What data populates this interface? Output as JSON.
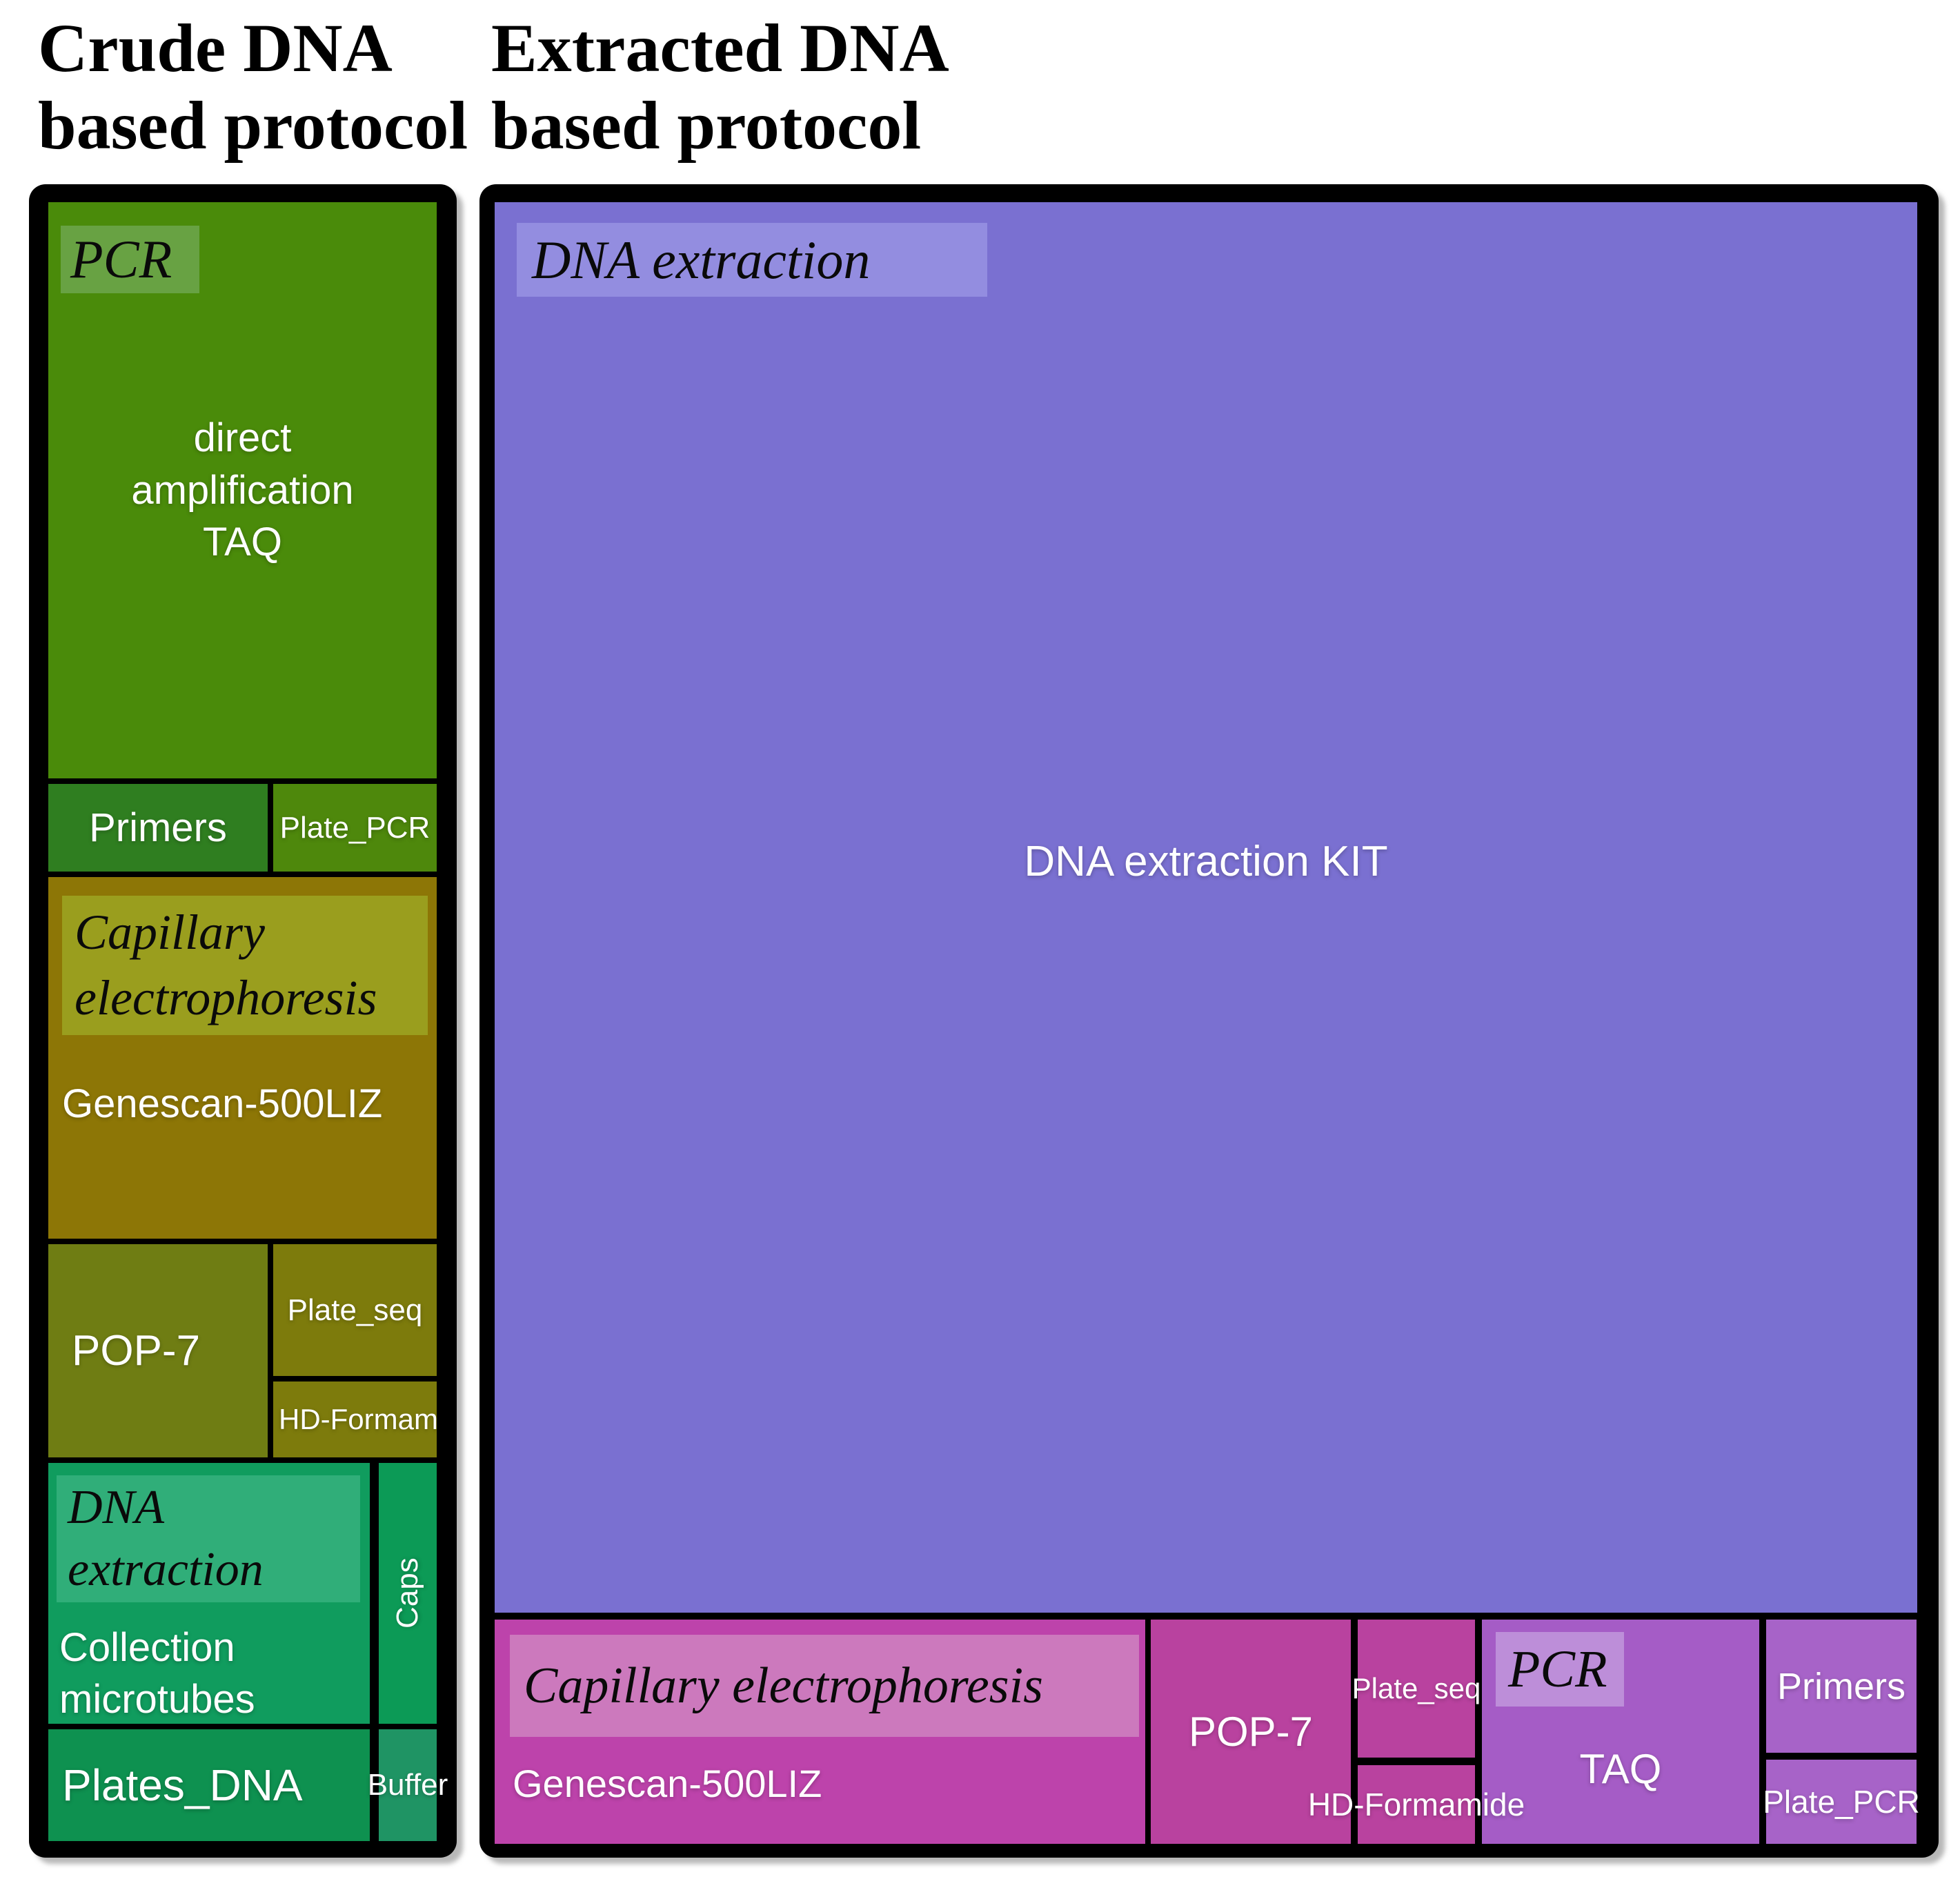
{
  "panels": {
    "left": {
      "title": "Crude DNA\nbased protocol",
      "pcr": {
        "label": "PCR",
        "taq": "direct\namplification\nTAQ",
        "primers": "Primers",
        "plate_pcr": "Plate_PCR"
      },
      "ce": {
        "label": "Capillary\nelectrophoresis",
        "genescan": "Genescan-500LIZ",
        "pop7": "POP-7",
        "plate_seq": "Plate_seq",
        "hd_formamide": "HD-Formamide"
      },
      "dna": {
        "label": "DNA\nextraction",
        "collection": "Collection\nmicrotubes",
        "caps": "Caps",
        "plates_dna": "Plates_DNA",
        "buffer": "Buffer"
      }
    },
    "right": {
      "title": "Extracted DNA\nbased protocol",
      "dna": {
        "label": "DNA extraction",
        "kit": "DNA extraction KIT"
      },
      "ce": {
        "label": "Capillary electrophoresis",
        "genescan": "Genescan-500LIZ",
        "pop7": "POP-7",
        "plate_seq": "Plate_seq",
        "hd_formamide": "HD-Formamide"
      },
      "pcr": {
        "label": "PCR",
        "taq": "TAQ",
        "primers": "Primers",
        "plate_pcr": "Plate_PCR"
      }
    }
  },
  "palette": {
    "frame": "#000000",
    "background": "#ffffff",
    "left": {
      "pcr_block": "#4a8b0a",
      "pcr_label": "#68a243",
      "primers": "#2f7e20",
      "plate_pcr": "#4e880c",
      "ce_block": "#8d7606",
      "ce_label": "#9a9e1e",
      "pop7": "#6f7d13",
      "plate_seq": "#7d7b0c",
      "hd_formamide": "#7d7b0c",
      "dna_block": "#109c5e",
      "dna_label": "#30ae79",
      "caps": "#0c9a56",
      "plates_dna": "#0e9150",
      "buffer": "#1f9464"
    },
    "right": {
      "dna_block": "#7a70d1",
      "dna_label": "#938de0",
      "ce_block": "#bd43ab",
      "ce_label": "#cc79bd",
      "pop7": "#b9429f",
      "plate_seq": "#b9429f",
      "hd_formamide": "#b9429f",
      "pcr_block": "#a55cc6",
      "pcr_label": "#bd8ed9",
      "primers": "#a763c8",
      "plate_pcr": "#a763c8"
    }
  },
  "chart_data": [
    {
      "type": "treemap",
      "title": "Crude DNA based protocol",
      "value_labels_shown": false,
      "units": "relative area (%), estimated from box sizes",
      "groups": [
        {
          "name": "PCR",
          "items": [
            {
              "label": "direct amplification TAQ",
              "area_pct_est": 35.0
            },
            {
              "label": "Primers",
              "area_pct_est": 3.0
            },
            {
              "label": "Plate_PCR",
              "area_pct_est": 2.2
            }
          ]
        },
        {
          "name": "Capillary electrophoresis",
          "items": [
            {
              "label": "Genescan-500LIZ",
              "area_pct_est": 22.0
            },
            {
              "label": "POP-7",
              "area_pct_est": 7.3
            },
            {
              "label": "Plate_seq",
              "area_pct_est": 3.4
            },
            {
              "label": "HD-Formamide",
              "area_pct_est": 1.9
            }
          ]
        },
        {
          "name": "DNA extraction",
          "items": [
            {
              "label": "Collection microtubes",
              "area_pct_est": 13.1
            },
            {
              "label": "Caps",
              "area_pct_est": 2.4
            },
            {
              "label": "Plates_DNA",
              "area_pct_est": 5.6
            },
            {
              "label": "Buffer",
              "area_pct_est": 1.0
            }
          ]
        }
      ]
    },
    {
      "type": "treemap",
      "title": "Extracted DNA based protocol",
      "value_labels_shown": false,
      "units": "relative area (%), estimated from box sizes",
      "groups": [
        {
          "name": "DNA extraction",
          "items": [
            {
              "label": "DNA extraction KIT",
              "area_pct_est": 85.0
            }
          ]
        },
        {
          "name": "Capillary electrophoresis",
          "items": [
            {
              "label": "Genescan-500LIZ",
              "area_pct_est": 6.2
            },
            {
              "label": "POP-7",
              "area_pct_est": 1.9
            },
            {
              "label": "Plate_seq",
              "area_pct_est": 0.7
            },
            {
              "label": "HD-Formamide",
              "area_pct_est": 0.4
            }
          ]
        },
        {
          "name": "PCR",
          "items": [
            {
              "label": "TAQ",
              "area_pct_est": 2.6
            },
            {
              "label": "Primers",
              "area_pct_est": 0.8
            },
            {
              "label": "Plate_PCR",
              "area_pct_est": 0.5
            }
          ]
        }
      ]
    }
  ]
}
